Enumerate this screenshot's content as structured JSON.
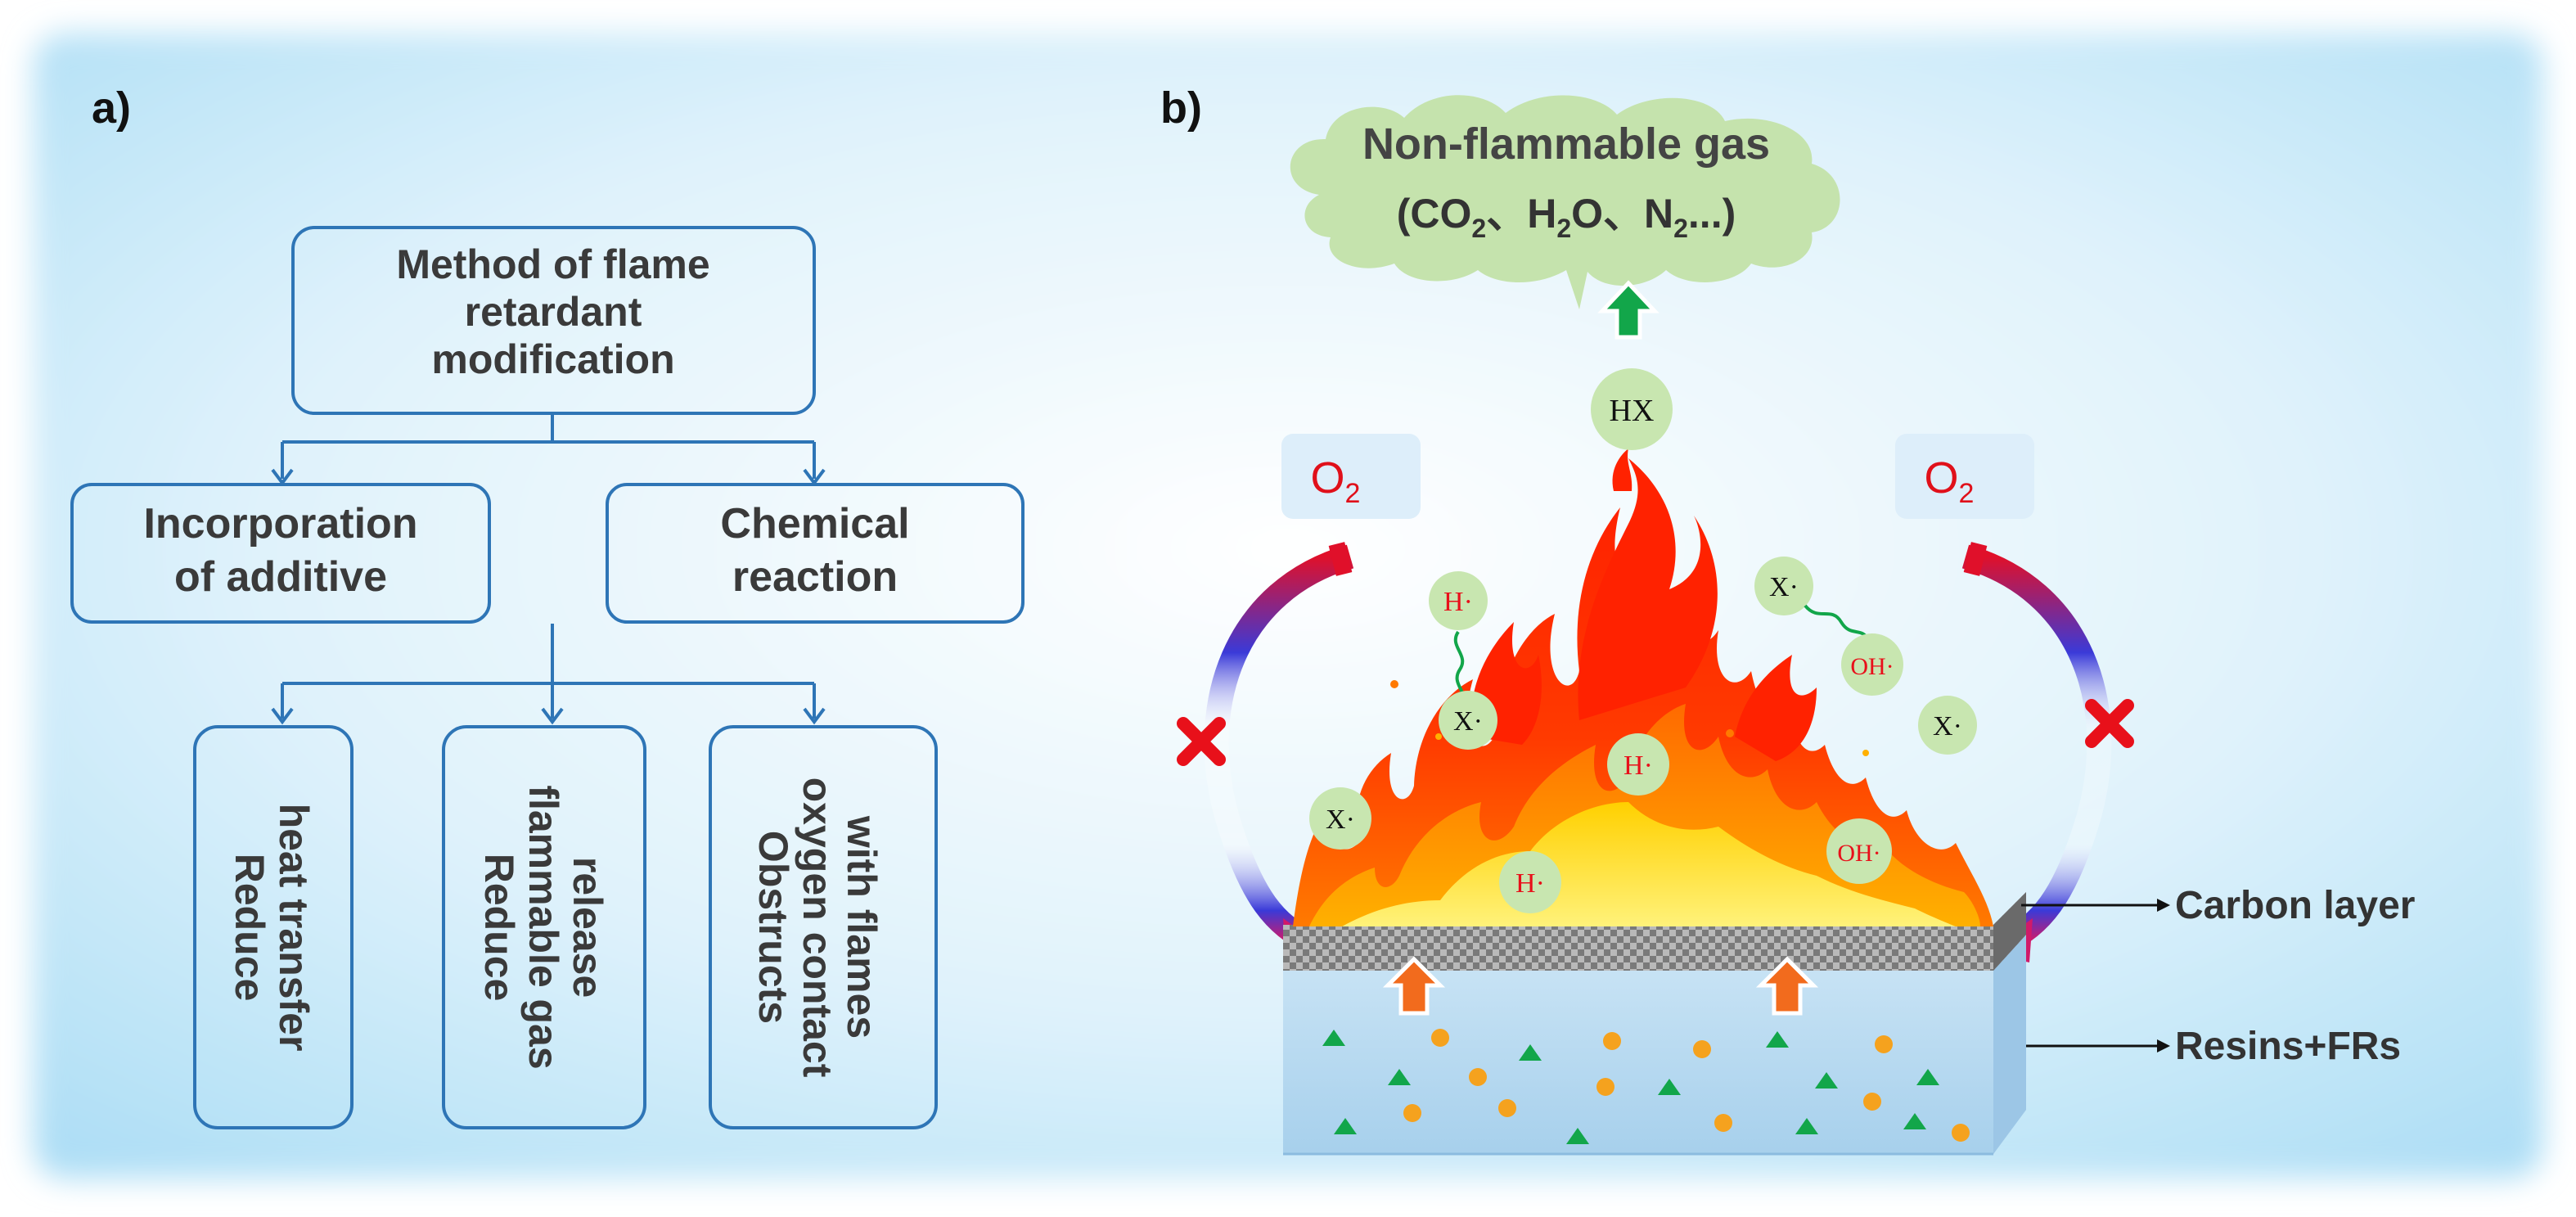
{
  "panel_a": {
    "label": "a)",
    "root_box": {
      "lines": [
        "Method of flame",
        "retardant",
        "modification"
      ]
    },
    "approach_boxes": [
      {
        "lines": [
          "Incorporation",
          "of additive"
        ]
      },
      {
        "lines": [
          "Chemical",
          "reaction"
        ]
      }
    ],
    "effect_boxes": [
      {
        "lines": [
          "Reduce",
          "heat transfer"
        ]
      },
      {
        "lines": [
          "Reduce",
          "flammable gas",
          "release"
        ]
      },
      {
        "lines": [
          "Obstructs",
          "oxygen contact",
          "with flames"
        ]
      }
    ]
  },
  "panel_b": {
    "label": "b)",
    "cloud": {
      "line1": "Non-flammable gas",
      "line2_parts": [
        "(CO",
        "2",
        "、H",
        "2",
        "O、N",
        "2",
        "...)"
      ]
    },
    "oxygen_labels": [
      {
        "text": "O",
        "sub": "2"
      },
      {
        "text": "O",
        "sub": "2"
      }
    ],
    "radicals": {
      "hx": "HX",
      "h": "H·",
      "x": "X·",
      "oh": "OH·"
    },
    "layer_labels": {
      "carbon": "Carbon layer",
      "resin": "Resins+FRs"
    },
    "colors": {
      "box_border": "#2e75b6",
      "flame_outer": "#ff2a00",
      "flame_mid": "#ff8a00",
      "flame_core": "#ffe600",
      "radical_fill": "#c8e6b0",
      "cloud_fill": "#c5e3ad",
      "resin_fill": "#b7d9f0",
      "block_x": "#e8101a",
      "up_arrow_green": "#12a64a",
      "up_arrow_orange": "#f26b1d"
    }
  }
}
